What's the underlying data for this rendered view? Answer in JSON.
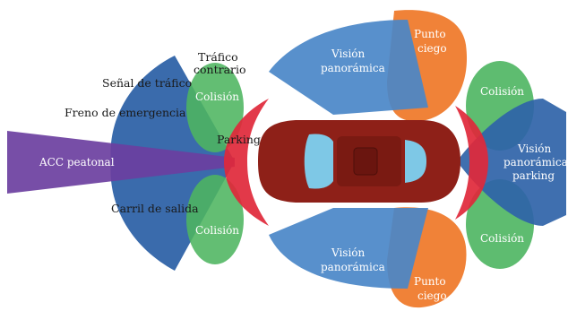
{
  "colors": {
    "acc": "#6b3fa0",
    "long_range_radar": "#2f63a8",
    "panoramic": "#4a87c8",
    "collision": "#4db560",
    "blind_spot": "#ef7b2d",
    "parking": "#e0283a",
    "car_body": "#8e2018",
    "glass": "#7ec8e6"
  },
  "labels": {
    "acc_pedestrian": "ACC peatonal",
    "traffic_sign": "Señal de tráfico",
    "emergency_brake": "Freno de emergencia",
    "lane_departure": "Carril de salida",
    "cross_traffic_line1": "Tráfico",
    "cross_traffic_line2": "contrario",
    "parking_front": "Parking",
    "collision_front_top": "Colisión",
    "collision_front_bottom": "Colisión",
    "collision_rear_top": "Colisión",
    "collision_rear_bottom": "Colisión",
    "surround_top_line1": "Visión",
    "surround_top_line2": "panorámica",
    "surround_bottom_line1": "Visión",
    "surround_bottom_line2": "panorámica",
    "blind_spot_top_line1": "Punto",
    "blind_spot_top_line2": "ciego",
    "blind_spot_bottom_line1": "Punto",
    "blind_spot_bottom_line2": "ciego",
    "rear_view_line1": "Visión",
    "rear_view_line2": "panorámica",
    "rear_view_line3": "parking"
  }
}
